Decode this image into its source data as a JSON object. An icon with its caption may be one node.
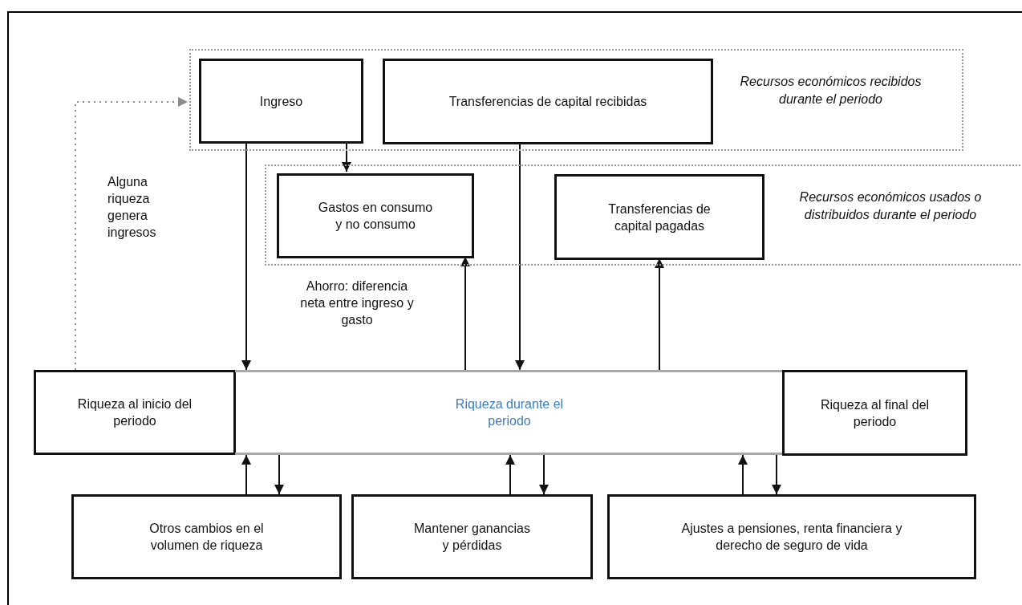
{
  "diagram": {
    "nodes": [
      {
        "text": [
          "Recursos económicos recibidos durante el periodo"
        ]
      },
      {
        "text": [
          "Ingreso"
        ],
        "in": 0
      },
      {
        "text": [
          "Transferencias de capital recibidas"
        ],
        "in": 0
      },
      {
        "text": [
          "Recursos económicos usados o distribuidos durante el periodo"
        ]
      },
      {
        "text": [
          "Gastos en consumo y no consumo"
        ],
        "in": 3
      },
      {
        "text": [
          "Transferencias de capital pagadas"
        ],
        "in": 3
      },
      {
        "text": [
          "Riqueza al inicio del periodo"
        ]
      },
      {
        "text": [
          "Riqueza durante el periodo"
        ]
      },
      {
        "text": [
          "Riqueza al final del periodo"
        ]
      },
      {
        "text": [
          "Otros cambios en el volumen de riqueza"
        ]
      },
      {
        "text": [
          "Mantener ganancias y pérdidas"
        ]
      },
      {
        "text": [
          "Ajustes a pensiones, renta financiera y derecho de seguro de vida"
        ]
      }
    ],
    "edges": [
      {
        "from": 6,
        "to": 0,
        "arrow": "to",
        "style": "dashed",
        "color": "#8c8c8c",
        "label": "Alguna riqueza genera ingresos"
      },
      {
        "from": 1,
        "to": 7,
        "arrow": "to"
      },
      {
        "from": 1,
        "to": 4,
        "arrow": "to"
      },
      {
        "from": 7,
        "to": 4,
        "arrow": "to"
      },
      {
        "from": 2,
        "to": 7,
        "arrow": "to"
      },
      {
        "from": 7,
        "to": 5,
        "arrow": "to"
      },
      {
        "from": 9,
        "to": 7,
        "arrow": "to"
      },
      {
        "from": 7,
        "to": 9,
        "arrow": "to"
      },
      {
        "from": 10,
        "to": 7,
        "arrow": "to"
      },
      {
        "from": 7,
        "to": 10,
        "arrow": "to"
      },
      {
        "from": 11,
        "to": 7,
        "arrow": "to"
      },
      {
        "from": 7,
        "to": 11,
        "arrow": "to"
      }
    ],
    "labels": [
      "Ahorro: diferencia neta entre ingreso y gasto"
    ]
  }
}
